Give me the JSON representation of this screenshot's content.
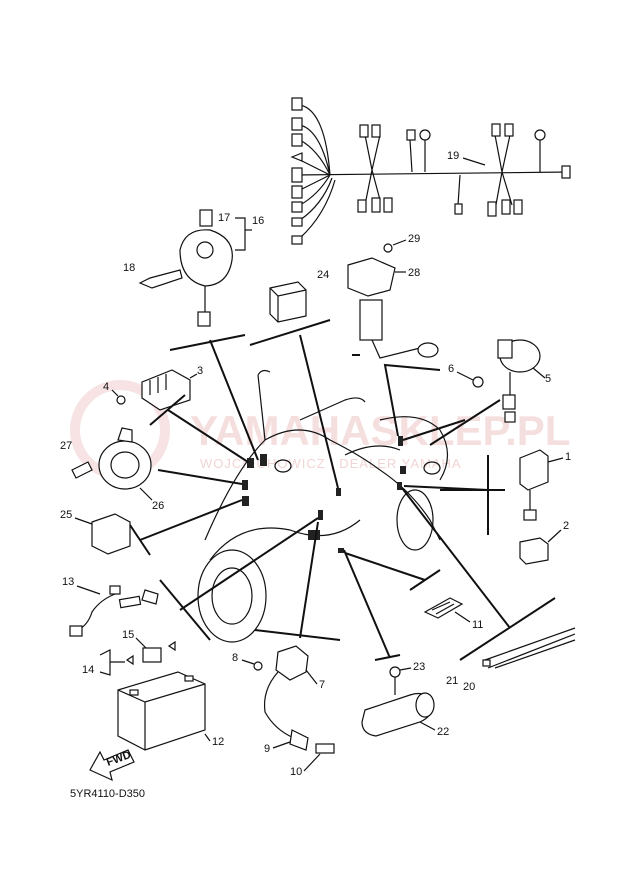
{
  "diagram": {
    "code": "5YR4110-D350",
    "fwd_label": "FWD",
    "watermark": {
      "brand": "YAMAHASKLEP.PL",
      "tagline": "WOJCIECHOWICZ | DEALER YAMAHA"
    },
    "callouts": [
      "1",
      "2",
      "3",
      "4",
      "5",
      "6",
      "7",
      "8",
      "9",
      "10",
      "11",
      "12",
      "13",
      "14",
      "15",
      "16",
      "17",
      "18",
      "19",
      "20",
      "21",
      "22",
      "23",
      "24",
      "25",
      "26",
      "27",
      "28",
      "29"
    ]
  }
}
